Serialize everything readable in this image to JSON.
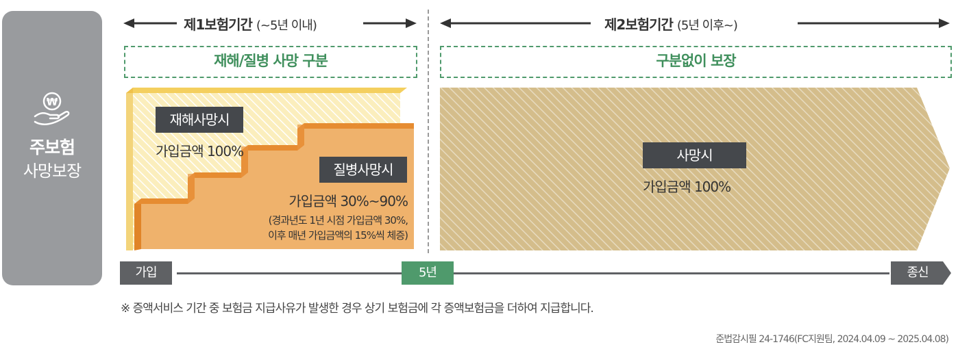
{
  "sidebar": {
    "title": "주보험",
    "subtitle": "사망보장",
    "icon": "hand-coin-icon"
  },
  "period1": {
    "label": "제1보험기간",
    "sub": "(~5년 이내)",
    "box": "재해/질병 사망 구분"
  },
  "period2": {
    "label": "제2보험기간",
    "sub": "(5년 이후~)",
    "box": "구분없이 보장"
  },
  "accident": {
    "label": "재해사망시",
    "amount": "가입금액 100%"
  },
  "disease": {
    "label": "질병사망시",
    "amount": "가입금액 30%~90%",
    "note1": "(경과년도 1년 시점 가입금액 30%,",
    "note2": "이후 매년 가입금액의 15%씩 체증)"
  },
  "death": {
    "label": "사망시",
    "amount": "가입금액 100%"
  },
  "timeline": {
    "start": "가입",
    "mid": "5년",
    "end": "종신"
  },
  "footnote": "※ 증액서비스 기간 중 보험금 지급사유가 발생한 경우 상기 보험금에 각 증액보험금을 더하여 지급합니다.",
  "approval": "준법감시필 24-1746(FC지원팀, 2024.04.09 ~ 2025.04.08)",
  "colors": {
    "sidebar": "#999b9e",
    "green": "#4f9a6c",
    "dark": "#45484c",
    "orange": "#e9a35e",
    "yellow": "#f7e4a3",
    "tan": "#cdb47e"
  }
}
